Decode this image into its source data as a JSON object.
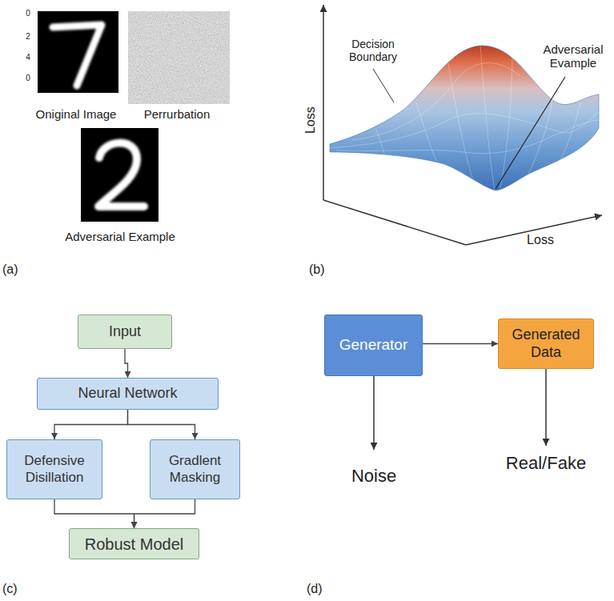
{
  "diagram": {
    "nodes": [
      {
        "text": [
          "Input"
        ]
      },
      {
        "text": [
          "Neural Network"
        ]
      },
      {
        "text": [
          "Defensive Disillation"
        ]
      },
      {
        "text": [
          "Gradlent Masking"
        ]
      },
      {
        "text": [
          "Robust Model"
        ]
      },
      {
        "text": [
          "Generator"
        ]
      },
      {
        "text": [
          "Generated Data"
        ]
      }
    ],
    "edges": [
      {
        "from": 0,
        "to": 1,
        "arrow": "to"
      },
      {
        "from": 1,
        "to": 2,
        "arrow": "to"
      },
      {
        "from": 1,
        "to": 3,
        "arrow": "to"
      },
      {
        "from": 2,
        "to": 4,
        "arrow": "to"
      },
      {
        "from": 3,
        "to": 4,
        "arrow": "to"
      },
      {
        "from": 5,
        "to": 6,
        "arrow": "to"
      }
    ],
    "labels": [
      "0",
      "2",
      "4",
      "0",
      "Oniginal Image",
      "Perrurbation",
      "Adversarial Example",
      "(a)",
      "Decision Boundary",
      "Adversarial Evample",
      "Loss",
      "Loss",
      "(b)",
      "(c)",
      "Noise",
      "Real/Fake",
      "(d)"
    ]
  }
}
